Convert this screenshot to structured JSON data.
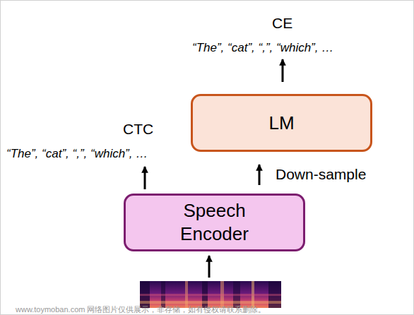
{
  "diagram": {
    "nodes": [
      {
        "text": [
          "LM"
        ]
      },
      {
        "text": [
          "Speech Encoder"
        ]
      }
    ],
    "edges": [
      {
        "from": 1,
        "to": 0,
        "label": "Down-sample",
        "arrow": "to"
      }
    ],
    "labels": [
      "CE",
      "“The”, “cat”, “,”, “which”, …",
      "CTC",
      "“The”, “cat”, “,”, “which”, …",
      "www.toymoban.com 网络图片仅供展示，非存储，如有侵权请联系删除。"
    ]
  }
}
